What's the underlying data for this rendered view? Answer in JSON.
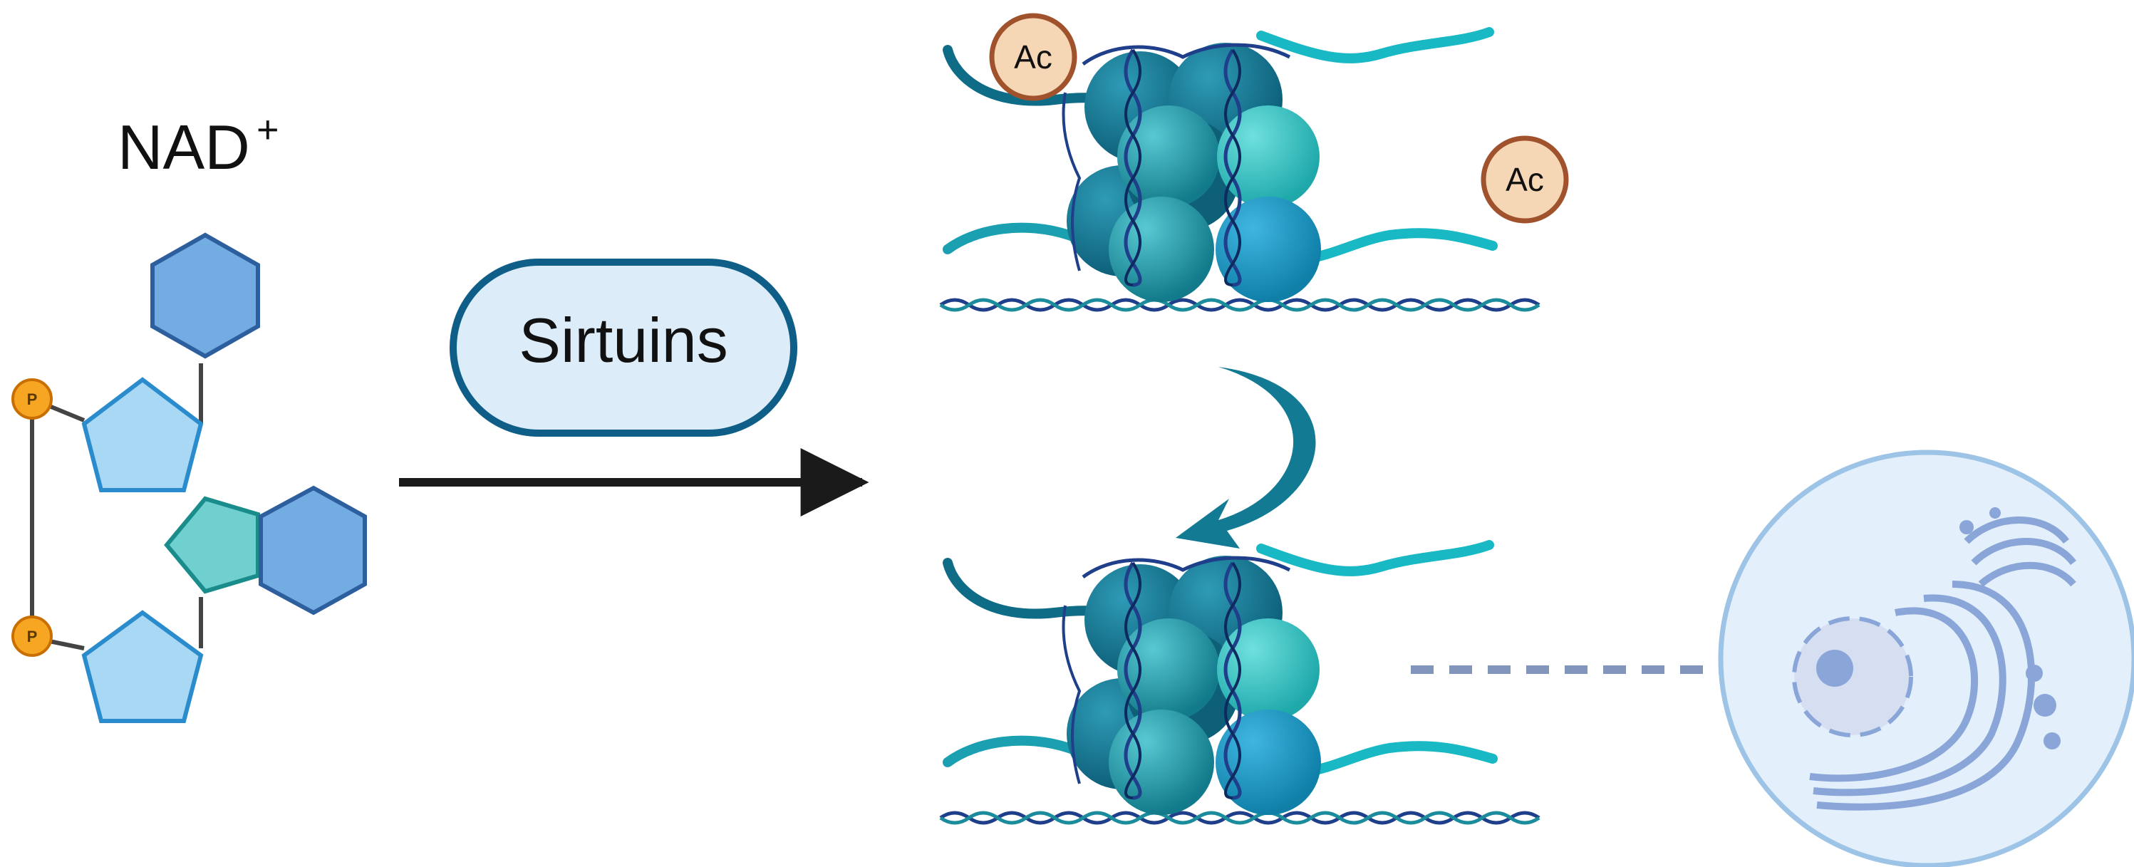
{
  "molecule": {
    "title": "NAD",
    "superscript": "+",
    "phosphate_label": "P"
  },
  "enzyme": {
    "label": "Sirtuins"
  },
  "acetyl": {
    "label": "Ac"
  },
  "colors": {
    "hex_fill": "#72ace2",
    "hex_stroke": "#2d5f9e",
    "pent_fill": "#a8d8f4",
    "pent_stroke": "#2a8ccd",
    "teal_pent_fill": "#70cfcf",
    "teal_pent_stroke": "#1a8c8c",
    "phosphate_fill": "#f6a623",
    "phosphate_stroke": "#c96f00",
    "sirtuin_fill": "#dcecf9",
    "sirtuin_stroke": "#0e5e87",
    "acetyl_fill": "#f5d7b6",
    "acetyl_stroke": "#a0522d",
    "histone_dark": "#127a8a",
    "histone_mid": "#1aa0b0",
    "histone_light": "#4ec9cc",
    "dna": "#1f3f8a",
    "cell_fill": "#e3f0fb",
    "cell_stroke": "#9dc3e6",
    "organelle": "#8aa6d8",
    "dashed_arrow": "#8296bb"
  }
}
